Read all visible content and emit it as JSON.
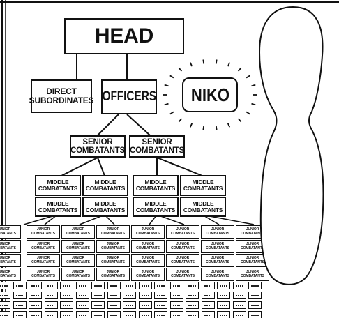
{
  "diagram": {
    "head": "HEAD",
    "direct_subordinates": "DIRECT\nSUBORDINATES",
    "officers": "OFFICERS",
    "niko": "NIKO",
    "senior": "SENIOR\nCOMBATANTS",
    "middle": "MIDDLE\nCOMBATANTS",
    "junior": "JUNIOR\nCOMBATANTS"
  },
  "colors": {
    "ink": "#111111",
    "paper": "#ffffff"
  }
}
